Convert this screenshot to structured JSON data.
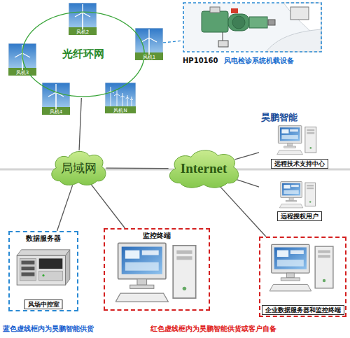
{
  "diagram": {
    "nodes": [
      {
        "text": [
          "光纤环网"
        ]
      },
      {
        "text": [
          "风机2"
        ]
      },
      {
        "text": [
          "风机1"
        ]
      },
      {
        "text": [
          "风机3"
        ]
      },
      {
        "text": [
          "风机4"
        ]
      },
      {
        "text": [
          "风机N"
        ]
      },
      {
        "text": [
          "HP10160",
          "风电检诊系统机载设备"
        ]
      },
      {
        "text": [
          "局域网"
        ]
      },
      {
        "text": [
          "Internet"
        ]
      },
      {
        "text": [
          "昊鹏智能",
          "远程技术支持中心"
        ]
      },
      {
        "text": [
          "远程授权用户"
        ]
      },
      {
        "text": [
          "数据服务器",
          "风场中控室"
        ]
      },
      {
        "text": [
          "监控终端"
        ]
      },
      {
        "text": [
          "企业数据服务器和监控终端"
        ]
      }
    ],
    "edges": [
      {
        "from": 2,
        "to": 6,
        "arrow": "none"
      },
      {
        "from": 0,
        "to": 7,
        "arrow": "none"
      },
      {
        "from": 7,
        "to": 8,
        "arrow": "none"
      },
      {
        "from": 7,
        "to": 11,
        "arrow": "none"
      },
      {
        "from": 7,
        "to": 12,
        "arrow": "none"
      },
      {
        "from": 8,
        "to": 9,
        "arrow": "none"
      },
      {
        "from": 8,
        "to": 10,
        "arrow": "none"
      },
      {
        "from": 8,
        "to": 13,
        "arrow": "none"
      }
    ],
    "labels": [
      "蓝色虚线框内为昊鹏智能供货",
      "红色虚线框内为昊鹏智能供货或客户自备"
    ]
  }
}
